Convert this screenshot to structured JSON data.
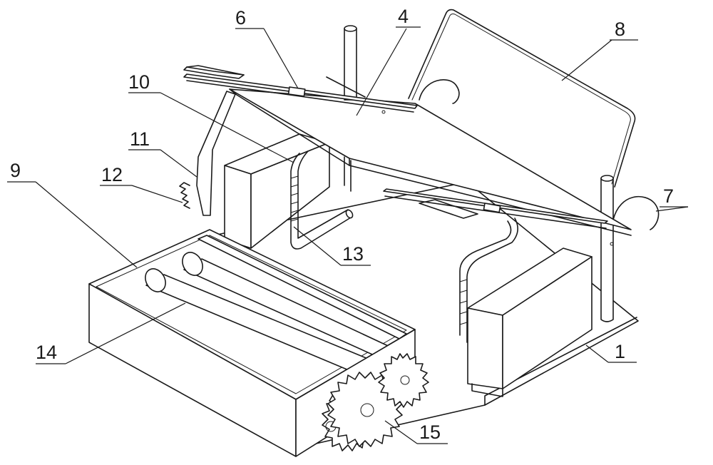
{
  "figure": {
    "labels": [
      {
        "id": "1",
        "text": "1"
      },
      {
        "id": "4",
        "text": "4"
      },
      {
        "id": "6",
        "text": "6"
      },
      {
        "id": "7",
        "text": "7"
      },
      {
        "id": "8",
        "text": "8"
      },
      {
        "id": "9",
        "text": "9"
      },
      {
        "id": "10",
        "text": "10"
      },
      {
        "id": "11",
        "text": "11"
      },
      {
        "id": "12",
        "text": "12"
      },
      {
        "id": "13",
        "text": "13"
      },
      {
        "id": "14",
        "text": "14"
      },
      {
        "id": "15",
        "text": "15"
      }
    ]
  }
}
